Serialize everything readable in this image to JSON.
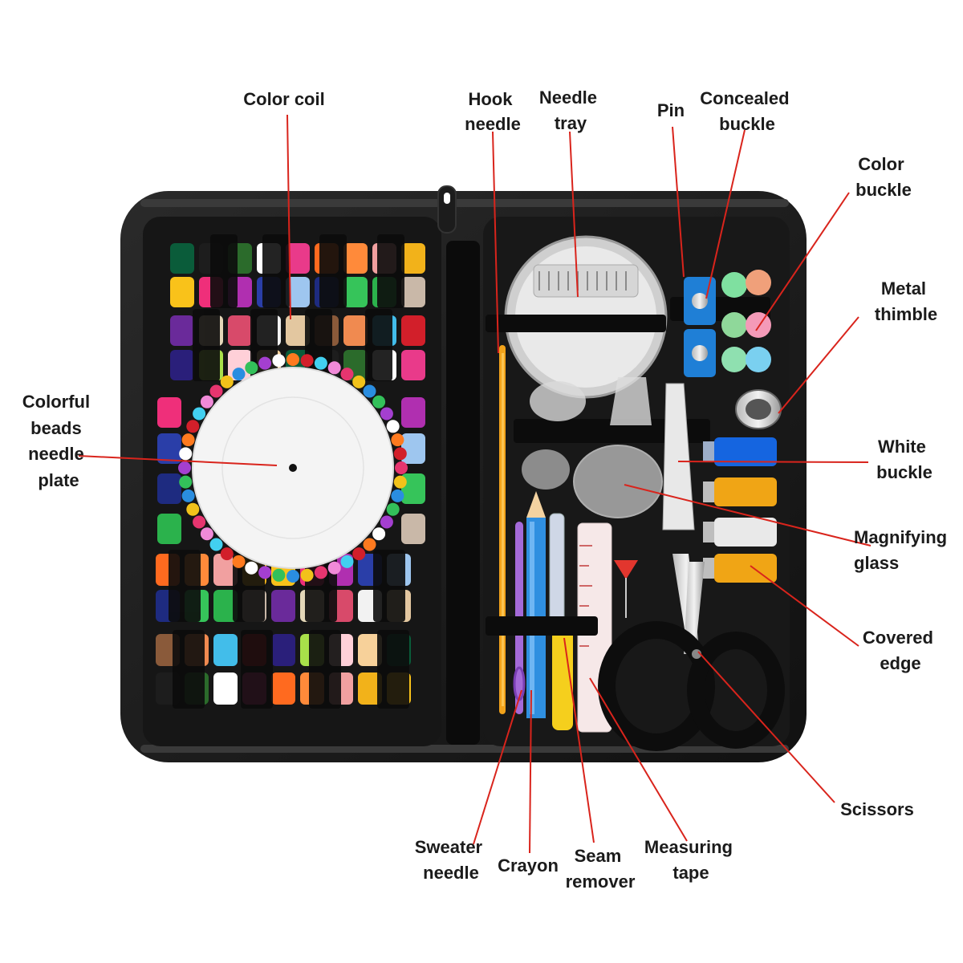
{
  "labels": {
    "color_coil": [
      "Color coil"
    ],
    "hook_needle": [
      "Hook",
      "needle"
    ],
    "needle_tray": [
      "Needle",
      "tray"
    ],
    "pin": [
      "Pin"
    ],
    "concealed_buckle": [
      "Concealed",
      "buckle"
    ],
    "color_buckle": [
      "Color",
      "buckle"
    ],
    "metal_thimble": [
      "Metal",
      "thimble"
    ],
    "colorful_beads_needle_plate": [
      "Colorful",
      "beads",
      "needle",
      "plate"
    ],
    "white_buckle": [
      "White",
      "buckle"
    ],
    "magnifying_glass": [
      "Magnifying",
      "glass"
    ],
    "covered_edge": [
      "Covered",
      "edge"
    ],
    "scissors": [
      "Scissors"
    ],
    "sweater_needle": [
      "Sweater",
      "needle"
    ],
    "crayon": [
      "Crayon"
    ],
    "seam_remover": [
      "Seam",
      "remover"
    ],
    "measuring_tape": [
      "Measuring",
      "tape"
    ]
  },
  "colors": {
    "leader_line": "#d9241c",
    "case": "#1a1a1a",
    "case_inner": "#0f0f0f",
    "label_text": "#1b1b1b"
  }
}
